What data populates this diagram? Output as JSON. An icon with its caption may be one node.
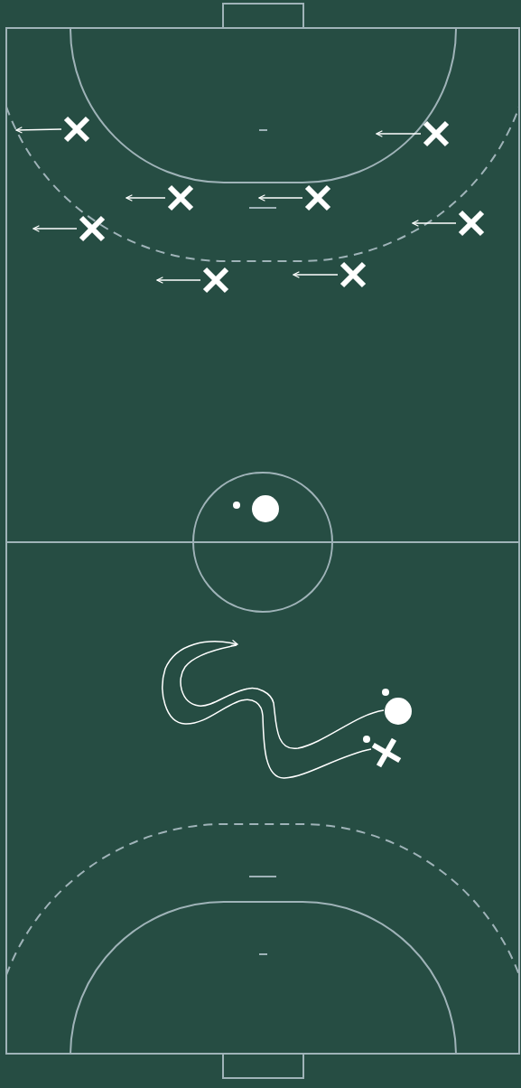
{
  "diagram": {
    "nodes": [
      {
        "text": [],
        "shape": "cross"
      },
      {
        "text": [],
        "shape": "cross"
      },
      {
        "text": [],
        "shape": "cross"
      },
      {
        "text": [],
        "shape": "cross"
      },
      {
        "text": [],
        "shape": "cross"
      },
      {
        "text": [],
        "shape": "cross"
      },
      {
        "text": [],
        "shape": "cross"
      },
      {
        "text": [],
        "shape": "cross"
      },
      {
        "text": [],
        "shape": "cross"
      }
    ],
    "edges": [
      {
        "from": 0,
        "to": null,
        "arrow": "to"
      },
      {
        "from": 1,
        "to": null,
        "arrow": "to"
      },
      {
        "from": 2,
        "to": null,
        "arrow": "to"
      },
      {
        "from": 3,
        "to": null,
        "arrow": "to"
      },
      {
        "from": 4,
        "to": null,
        "arrow": "to"
      },
      {
        "from": 5,
        "to": null,
        "arrow": "to"
      },
      {
        "from": 6,
        "to": null,
        "arrow": "to"
      },
      {
        "from": 7,
        "to": null,
        "arrow": "to"
      },
      {
        "from": 8,
        "to": null,
        "arrow": "to"
      }
    ]
  }
}
